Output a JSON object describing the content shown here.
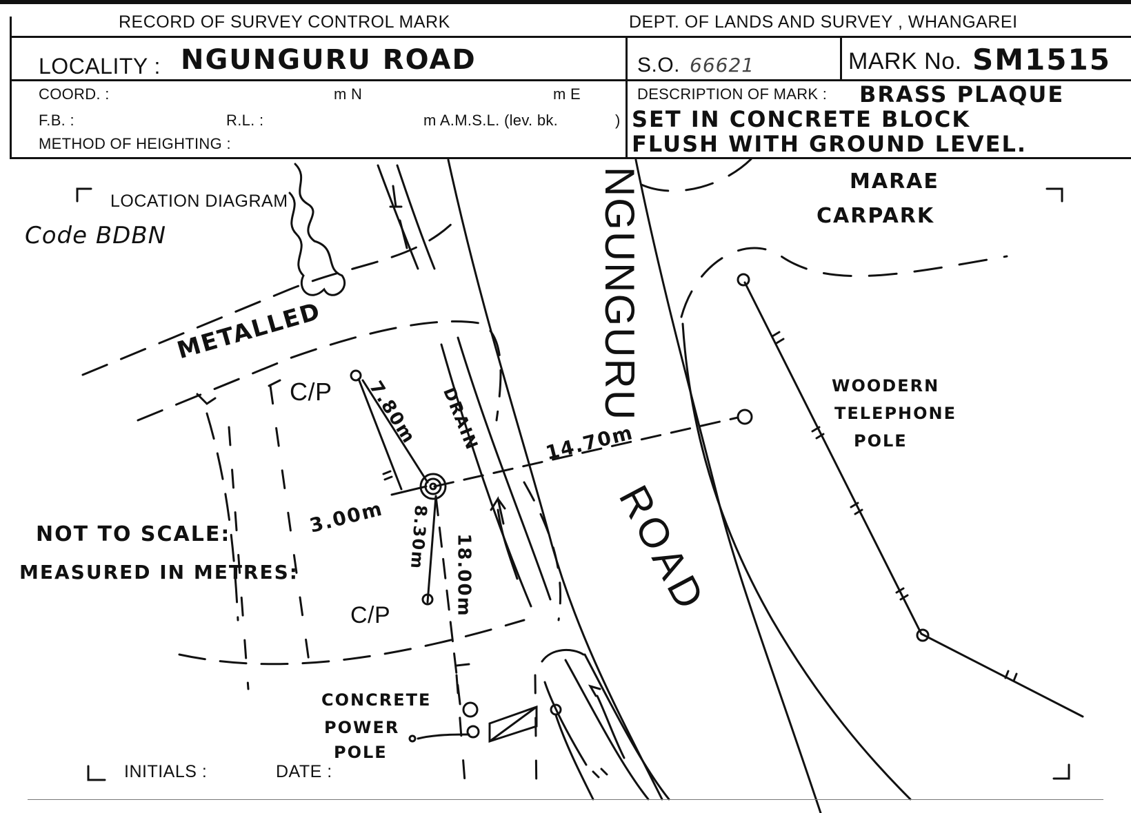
{
  "header": {
    "record_title": "RECORD OF SURVEY CONTROL MARK",
    "dept": "DEPT. OF LANDS AND SURVEY , WHANGAREI"
  },
  "locality": {
    "label": "LOCALITY :",
    "value": "NGUNGURU ROAD"
  },
  "so": {
    "label": "S.O.",
    "value": "66621"
  },
  "mark_no": {
    "label": "MARK No.",
    "value": "SM1515"
  },
  "coord": {
    "label": "COORD. :",
    "mn": "m N",
    "me": "m E"
  },
  "fb": {
    "label": "F.B. :",
    "rl_label": "R.L. :",
    "amsl": "m A.M.S.L. (lev. bk.",
    "close_paren": ")"
  },
  "method": {
    "label": "METHOD OF HEIGHTING :"
  },
  "description": {
    "label": "DESCRIPTION OF MARK :",
    "line1": "BRASS PLAQUE",
    "line2": "SET IN CONCRETE BLOCK",
    "line3": "FLUSH WITH GROUND LEVEL."
  },
  "diagram": {
    "title": "LOCATION DIAGRAM",
    "code": "Code BDBN",
    "road_name_1": "NGUNGURU",
    "road_name_2": "ROAD",
    "marae_1": "MARAE",
    "marae_2": "CARPARK",
    "metalled": "METALLED",
    "cp_top": "C/P",
    "cp_bottom": "C/P",
    "drain": "DRAIN",
    "dist_780": "7.80m",
    "dist_1470": "14.70m",
    "dist_300": "3.00m",
    "dist_830": "8.30m",
    "dist_1800": "18.00m",
    "not_to_scale": "NOT TO SCALE:",
    "measured": "MEASURED IN METRES:",
    "woodern_1": "WOODERN",
    "woodern_2": "TELEPHONE",
    "woodern_3": "POLE",
    "concrete_1": "CONCRETE",
    "concrete_2": "POWER",
    "concrete_3": "POLE"
  },
  "footer": {
    "initials": "INITIALS :",
    "date": "DATE :"
  }
}
